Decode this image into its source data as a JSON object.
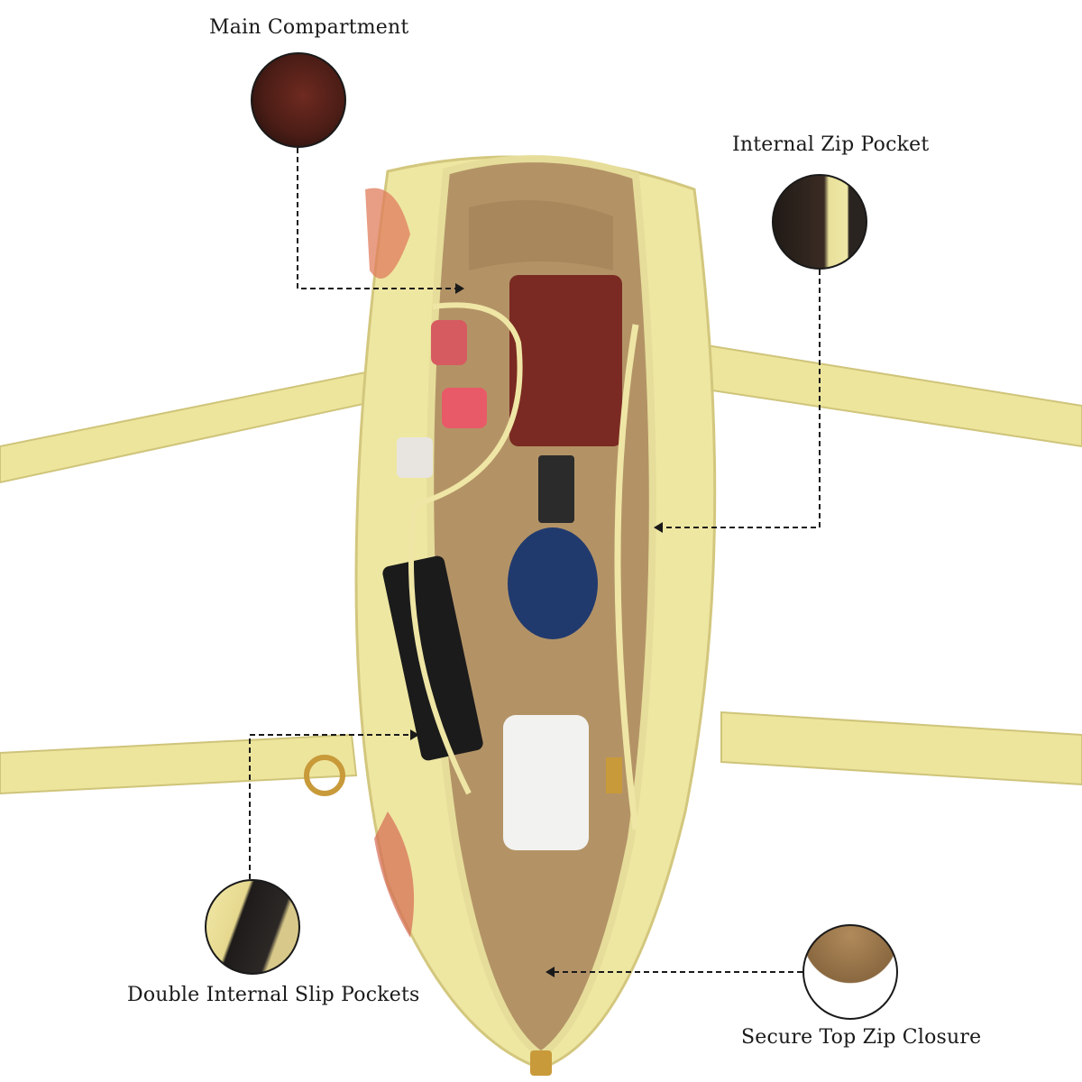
{
  "callouts": {
    "main_compartment": "Main Compartment",
    "internal_zip_pocket": "Internal Zip Pocket",
    "double_internal_slip_pockets": "Double Internal Slip Pockets",
    "secure_top_zip_closure": "Secure Top Zip Closure"
  },
  "colors": {
    "bag_exterior": "#eee7a2",
    "lining": "#b39366",
    "leader_line": "#1a1a1a"
  }
}
